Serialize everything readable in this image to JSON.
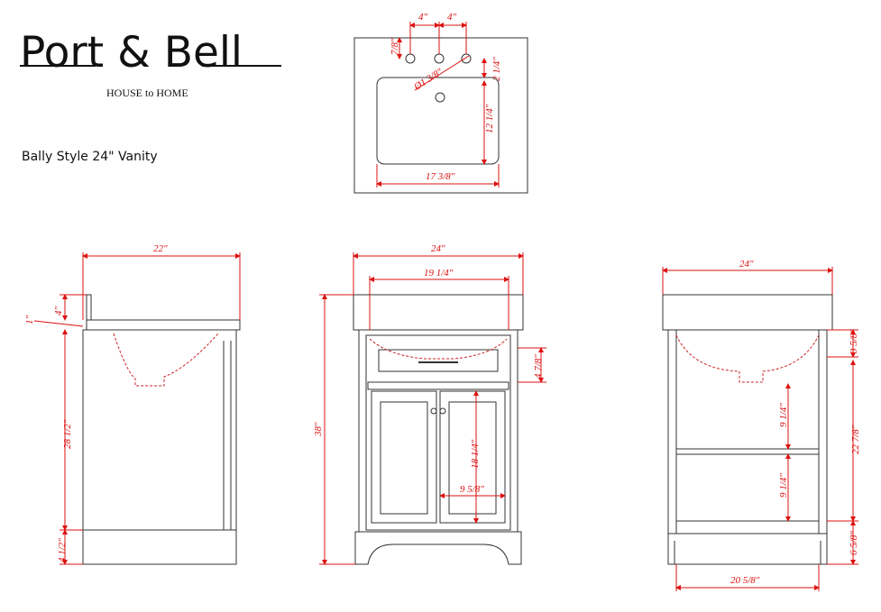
{
  "brand": {
    "name": "Port & Bell",
    "tagline": "HOUSE to HOME"
  },
  "product": {
    "title": "Bally Style 24\" Vanity"
  },
  "colors": {
    "line": "#333333",
    "dimension": "#dd1111",
    "hidden": "#cc2222"
  },
  "top_view": {
    "faucet_spacing_left": "4\"",
    "faucet_spacing_right": "4\"",
    "hole_offset": "7/8\"",
    "hole_diameter": "Ø1 3/8\"",
    "bowl_offset": "2 1/4\"",
    "bowl_depth": "12 1/4\"",
    "bowl_width": "17 3/8\""
  },
  "side_view": {
    "depth": "22\"",
    "backsplash_height": "4\"",
    "top_thickness": "1\"",
    "cabinet_height": "28 1/2\"",
    "toe_kick": "4 1/2\""
  },
  "front_view": {
    "width": "24\"",
    "basin_width": "19 1/4\"",
    "overall_height": "38\"",
    "drawer_height": "4 7/8\"",
    "door_height": "18 1/4\"",
    "door_width": "9 5/8\""
  },
  "back_view": {
    "width": "24\"",
    "upper_opening": "3 5/8\"",
    "shelf_upper": "9 1/4\"",
    "shelf_lower": "9 1/4\"",
    "interior_height": "22 7/8\"",
    "base_height": "6 5/8\"",
    "interior_width": "20 5/8\""
  }
}
